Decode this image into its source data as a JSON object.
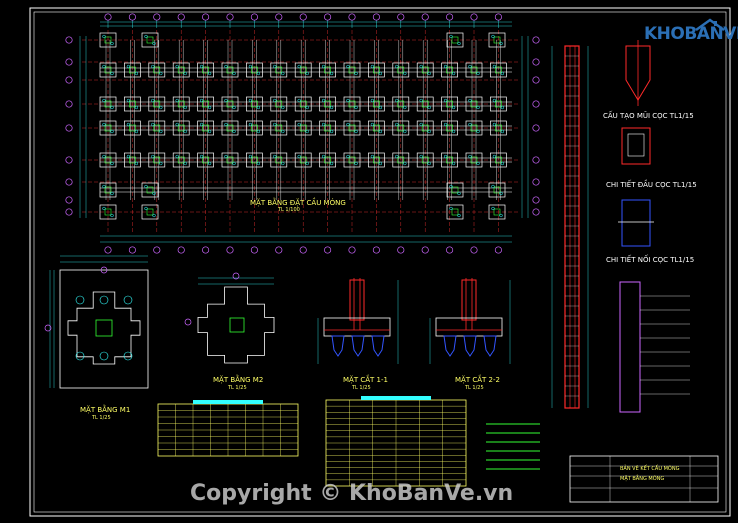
{
  "drawing": {
    "plan_title": "MẶT BẰNG ĐẶT CẦU MÓNG",
    "plan_scale": "TL 1/100",
    "pile_cap_plan_1": "MẶT BẰNG M1",
    "pile_cap_plan_1_scale": "TL 1/25",
    "pile_cap_plan_2": "MẶT BẰNG M2",
    "pile_cap_plan_2_scale": "TL 1/25",
    "section_1": "MẶT CẮT 1-1",
    "section_1_scale": "TL 1/25",
    "section_2": "MẶT CẮT 2-2",
    "section_2_scale": "TL 1/25",
    "pile_tip_detail": "CẤU TẠO MŨI CỌC TL1/15",
    "pile_head_detail": "CHI TIẾT ĐẦU CỌC TL1/15",
    "pile_joint_detail": "CHI TIẾT NỐI CỌC TL1/15",
    "title_block_1": "BẢN VẼ KẾT CẤU MÓNG",
    "title_block_2": "MẶT BẰNG MÓNG"
  },
  "colors": {
    "background": "#000000",
    "border": "#ffffff",
    "grid_axis": "#ff3333",
    "foundation": "#ffffff",
    "hatch": "#33ff33",
    "dimension": "#33ffff",
    "bubble": "#cc66ff",
    "text": "#ffff66",
    "rebar": "#ff2a2a",
    "pile": "#3355ff"
  },
  "logo": {
    "text": "KHOBANVE",
    "icon": "house-icon"
  },
  "watermark": {
    "text": "Copyright © KhoBanVe.vn"
  }
}
